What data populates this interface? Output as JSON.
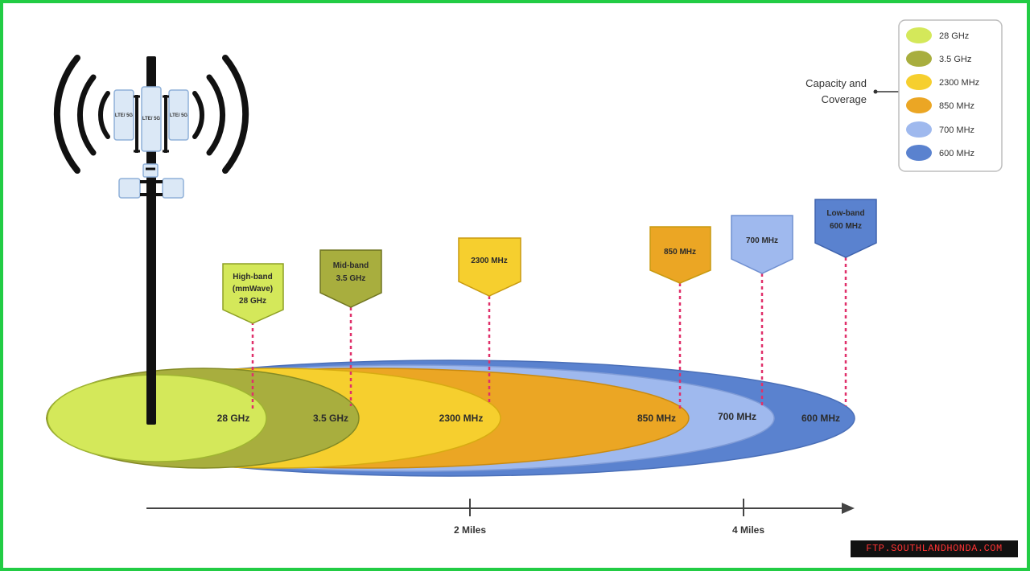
{
  "legend": {
    "title_line1": "Capacity and",
    "title_line2": "Coverage",
    "items": [
      {
        "label": "28 GHz",
        "color": "#d4e85a"
      },
      {
        "label": "3.5 GHz",
        "color": "#a8ae3e"
      },
      {
        "label": "2300 MHz",
        "color": "#f6cf2e"
      },
      {
        "label": "850 MHz",
        "color": "#eba624"
      },
      {
        "label": "700 MHz",
        "color": "#9fb9ee"
      },
      {
        "label": "600 MHz",
        "color": "#5a82cf"
      }
    ]
  },
  "bands": [
    {
      "ring_label": "28 GHz",
      "tag_lines": [
        "High-band",
        "(mmWave)",
        "28 GHz"
      ],
      "color": "#d4e85a"
    },
    {
      "ring_label": "3.5 GHz",
      "tag_lines": [
        "Mid-band",
        "3.5 GHz"
      ],
      "color": "#a8ae3e"
    },
    {
      "ring_label": "2300 MHz",
      "tag_lines": [
        "2300 MHz"
      ],
      "color": "#f6cf2e"
    },
    {
      "ring_label": "850 MHz",
      "tag_lines": [
        "850 MHz"
      ],
      "color": "#eba624"
    },
    {
      "ring_label": "700 MHz",
      "tag_lines": [
        "700 MHz"
      ],
      "color": "#9fb9ee"
    },
    {
      "ring_label": "600 MHz",
      "tag_lines": [
        "Low-band",
        "600 MHz"
      ],
      "color": "#5a82cf"
    }
  ],
  "tower": {
    "panel_labels": [
      "LTE/ 5G",
      "LTE/ 5G",
      "LTE/ 5G"
    ]
  },
  "axis": {
    "ticks": [
      "2 Miles",
      "4 Miles"
    ]
  },
  "watermark": "FTP.SOUTHLANDHONDA.COM",
  "colors": {
    "frame": "#22cc44",
    "connector": "#e0306a",
    "tower": "#111111"
  }
}
